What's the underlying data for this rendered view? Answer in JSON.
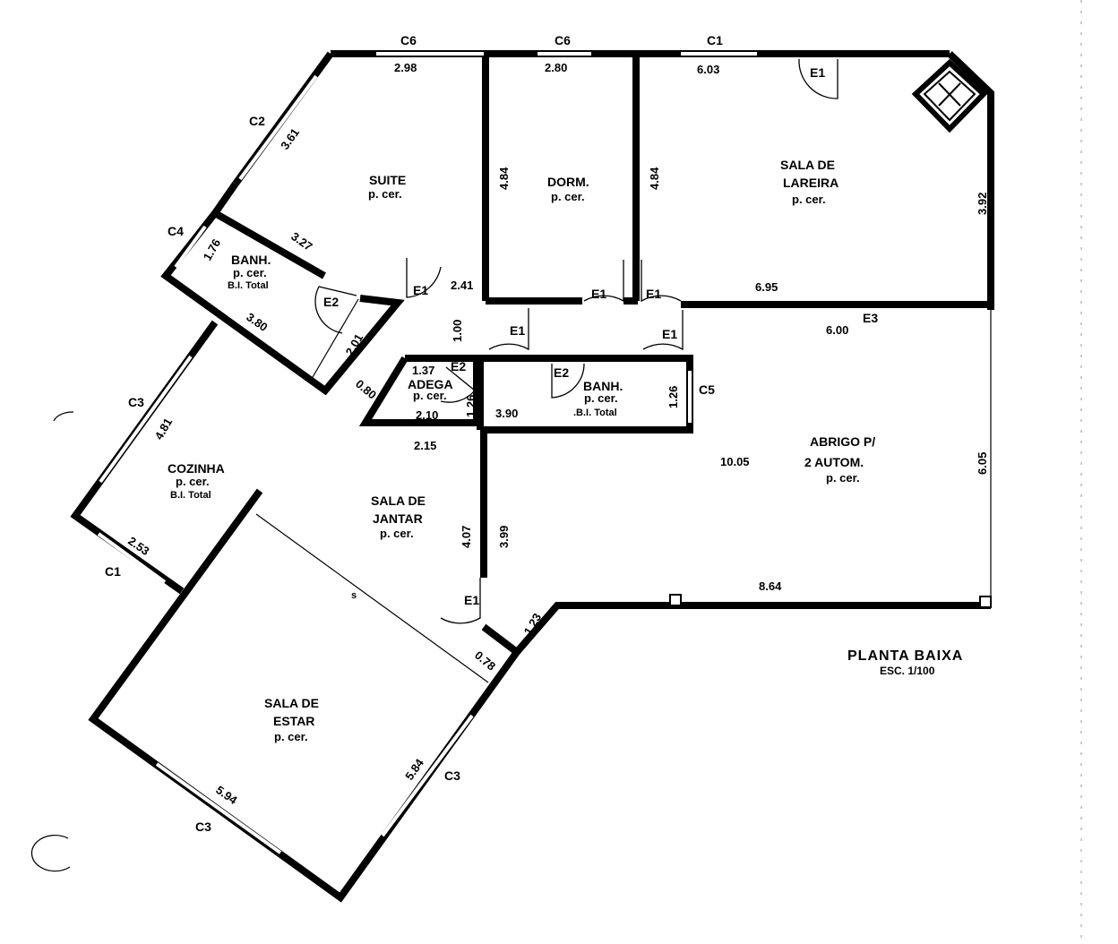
{
  "plan": {
    "title": "PLANTA BAIXA",
    "scale": "ESC. 1/100"
  },
  "rooms": {
    "suite": {
      "name": "SUITE",
      "floor": "p. cer."
    },
    "dorm": {
      "name": "DORM.",
      "floor": "p. cer."
    },
    "lareira": {
      "name1": "SALA DE",
      "name2": "LAREIRA",
      "floor": "p. cer."
    },
    "banh1": {
      "name": "BANH.",
      "floor": "p. cer.",
      "finish": "B.I. Total"
    },
    "adega": {
      "name": "ADEGA",
      "floor": "p. cer."
    },
    "banh2": {
      "name": "BANH.",
      "floor": "p. cer.",
      "finish": ".B.I. Total"
    },
    "cozinha": {
      "name": "COZINHA",
      "floor": "p. cer.",
      "finish": "B.I. Total"
    },
    "jantar": {
      "name1": "SALA DE",
      "name2": "JANTAR",
      "floor": "p. cer."
    },
    "abrigo": {
      "name1": "ABRIGO P/",
      "name2": "2  AUTOM.",
      "floor": "p. cer."
    },
    "estar": {
      "name1": "SALA DE",
      "name2": "ESTAR",
      "floor": "p. cer."
    }
  },
  "dims": {
    "d298": "2.98",
    "d280": "2.80",
    "d603": "6.03",
    "d361": "3.61",
    "d484a": "4.84",
    "d484b": "4.84",
    "d392": "3.92",
    "d176": "1.76",
    "d327": "3.27",
    "d241": "2.41",
    "d695": "6.95",
    "d600": "6.00",
    "d380": "3.80",
    "d201": "2.01",
    "d100": "1.00",
    "d080": "0.80",
    "d137": "1.37",
    "d126a": "1.26",
    "d126b": "1.26",
    "d210": "2.10",
    "d390": "3.90",
    "d481": "4.81",
    "d215": "2.15",
    "d1005": "10.05",
    "d605": "6.05",
    "d253": "2.53",
    "d407": "4.07",
    "d399": "3.99",
    "d864": "8.64",
    "d123": "1.23",
    "d078": "0.78",
    "d584": "5.84",
    "d594": "5.94",
    "ds": "s"
  },
  "labels": {
    "c6a": "C6",
    "c6b": "C6",
    "c1a": "C1",
    "e1top": "E1",
    "c2": "C2",
    "c4": "C4",
    "e2a": "E2",
    "e1a": "E1",
    "e1b": "E1",
    "e1c": "E1",
    "e1d": "E1",
    "e1e": "E1",
    "e3": "E3",
    "e2b": "E2",
    "e2c": "E2",
    "c5": "C5",
    "c3a": "C3",
    "c1b": "C1",
    "e1f": "E1",
    "c3b": "C3",
    "c3c": "C3"
  }
}
